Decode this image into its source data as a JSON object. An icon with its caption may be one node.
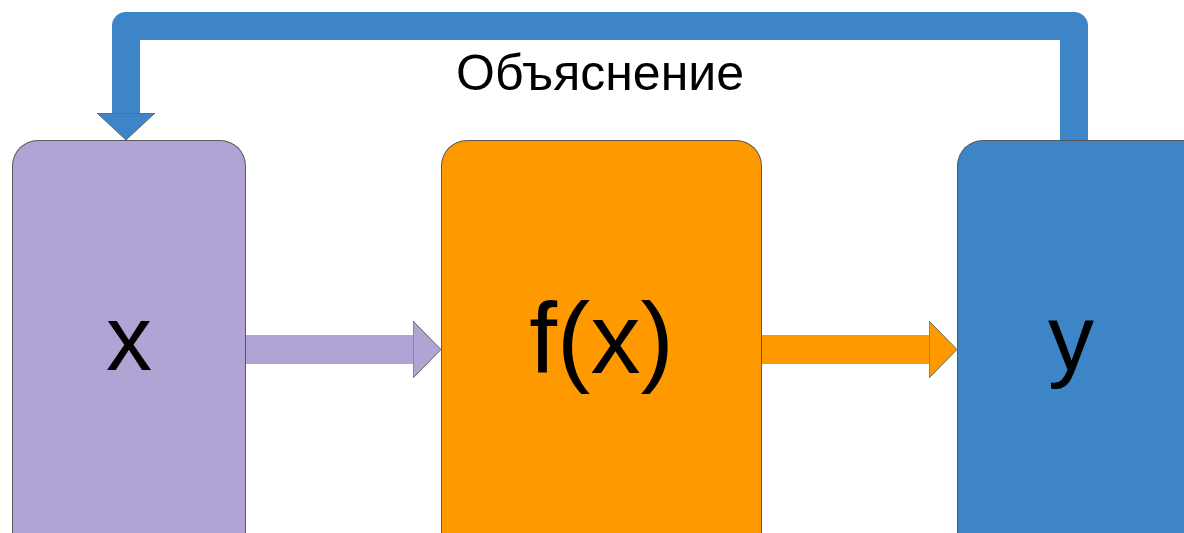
{
  "diagram": {
    "nodes": [
      {
        "text": [
          "x"
        ]
      },
      {
        "text": [
          "f(x)"
        ]
      },
      {
        "text": [
          "y"
        ]
      }
    ],
    "edges": [
      {
        "from": 0,
        "to": 1,
        "arrow": "to",
        "color": "#b1a4d4"
      },
      {
        "from": 1,
        "to": 2,
        "arrow": "to",
        "color": "#ff9900"
      },
      {
        "from": 2,
        "to": 0,
        "arrow": "to",
        "color": "#3d85c6",
        "label": "Объяснение"
      }
    ]
  }
}
